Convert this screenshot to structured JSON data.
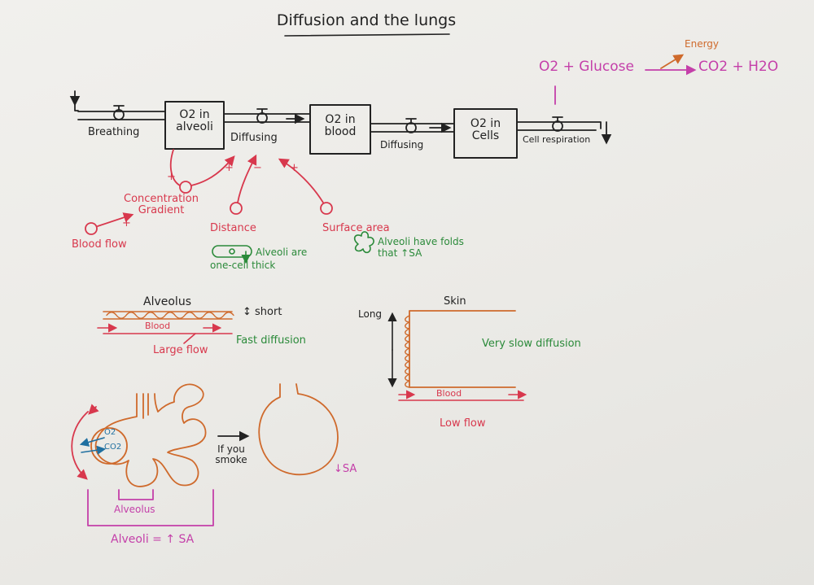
{
  "title": "Diffusion and the lungs",
  "colors": {
    "black": "#222222",
    "red": "#d8384d",
    "green": "#2b8a3a",
    "magenta": "#c43fa9",
    "orange": "#cf6a2c",
    "blue": "#1f6fa0"
  },
  "pathway": {
    "boxes": [
      "O2 in alveoli",
      "O2 in blood",
      "O2 in Cells"
    ],
    "valves": [
      "Breathing",
      "Diffusing",
      "Diffusing",
      "Cell respiration"
    ]
  },
  "equation": {
    "left": "O2 + Glucose",
    "right": "CO2 + H2O",
    "energy": "Energy"
  },
  "factors": {
    "concentration_gradient": "Concentration Gradient",
    "blood_flow": "Blood flow",
    "distance": "Distance",
    "distance_note": "Alveoli are one-cell thick",
    "surface_area": "Surface area",
    "surface_area_note": "Alveoli have folds that ↑SA",
    "signs": {
      "plus": "+",
      "minus": "−"
    }
  },
  "alveolus_panel": {
    "heading": "Alveolus",
    "blood": "Blood",
    "short": "↕ short",
    "large_flow": "Large flow",
    "fast": "Fast diffusion"
  },
  "skin_panel": {
    "heading": "Skin",
    "long": "Long",
    "blood": "Blood",
    "low_flow": "Low flow",
    "slow": "Very slow diffusion"
  },
  "lungs_panel": {
    "o2": "O2",
    "co2": "CO2",
    "if_you_smoke": "If you smoke",
    "alveolus": "Alveolus",
    "alveoli_sa": "Alveoli = ↑ SA",
    "reduced_sa": "↓SA"
  }
}
